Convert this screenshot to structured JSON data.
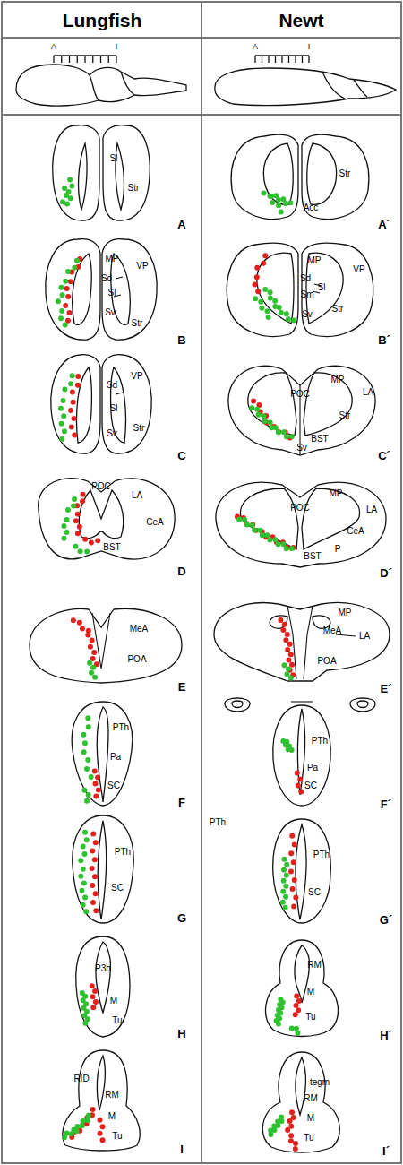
{
  "diagram": {
    "nodes": [
      {
        "text": [
          "Lungfish"
        ]
      },
      {
        "text": [
          "Newt"
        ]
      }
    ],
    "labels": [
      "A",
      "I",
      "A",
      "I",
      "Sl",
      "Str",
      "A",
      "MP",
      "VP",
      "Sd",
      "Sl",
      "Sv",
      "Str",
      "B",
      "Sd",
      "VP",
      "Sl",
      "Sv",
      "Str",
      "C",
      "POC",
      "LA",
      "CeA",
      "BST",
      "D",
      "MeA",
      "POA",
      "E",
      "PTh",
      "Pa",
      "SC",
      "F",
      "PTh",
      "SC",
      "G",
      "P3b",
      "M",
      "Tu",
      "H",
      "RID",
      "RM",
      "M",
      "Tu",
      "I",
      "Acc",
      "Str",
      "A´",
      "MP",
      "VP",
      "Sd",
      "Sl",
      "Sm",
      "Str",
      "Sv",
      "B´",
      "MP",
      "LA",
      "POC",
      "Str",
      "BST",
      "Sv",
      "C´",
      "MP",
      "LA",
      "CeA",
      "POC",
      "BST",
      "P",
      "D´",
      "MP",
      "MeA",
      "LA",
      "POA",
      "E´",
      "PTh",
      "Pa",
      "SC",
      "F´",
      "PTh",
      "PTh",
      "SC",
      "G´",
      "RM",
      "M",
      "Tu",
      "H´",
      "tegm",
      "RM",
      "M",
      "Tu",
      "I´"
    ]
  }
}
